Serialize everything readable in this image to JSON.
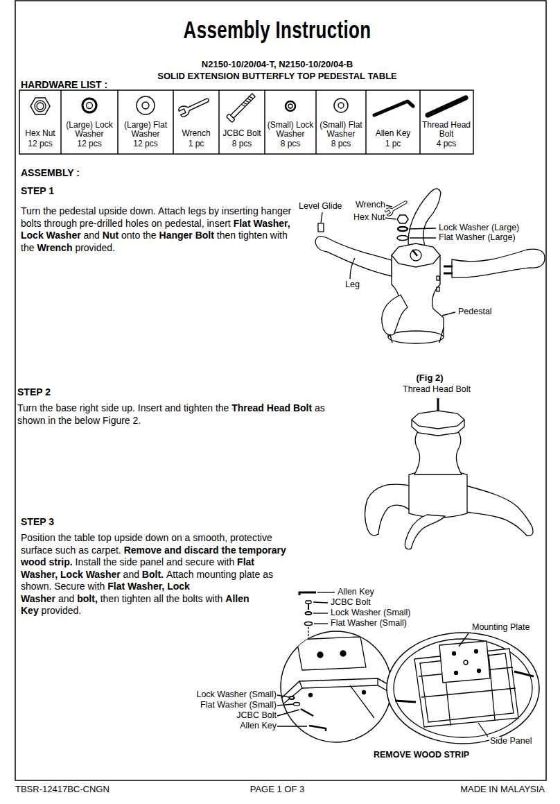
{
  "diagram": {
    "title": "Assembly Instruction",
    "labels": [
      "N2150-10/20/04-T, N2150-10/20/04-B",
      "SOLID EXTENSION BUTTERFLY TOP PEDESTAL TABLE",
      "HARDWARE LIST :",
      "Hex Nut",
      "12 pcs",
      "(Large) Lock Washer",
      "12 pcs",
      "(Large) Flat Washer",
      "12 pcs",
      "Wrench",
      "1 pc",
      "JCBC Bolt",
      "8 pcs",
      "(Small) Lock Washer",
      "8 pcs",
      "(Small) Flat Washer",
      "8 pcs",
      "Allen Key",
      "1 pc",
      "Thread Head Bolt",
      "4 pcs",
      "ASSEMBLY :",
      "STEP 1",
      "Turn the pedestal upside down. Attach legs by inserting hanger bolts through pre-drilled holes on pedestal, insert",
      "Flat Washer, Lock Washer",
      "and",
      "Nut",
      "onto the",
      "Hanger Bolt",
      "then tighten with the",
      "Wrench",
      "provided.",
      "Level Glide",
      "Wrench",
      "Hex Nut",
      "Lock Washer (Large)",
      "Flat Washer (Large)",
      "Leg",
      "Pedestal",
      "STEP 2",
      "Turn the base right side up. Insert and tighten the",
      "Thread Head Bolt",
      "as shown in the below Figure 2.",
      "(Fig 2)",
      "Thread Head Bolt",
      "STEP 3",
      "Position the table top upside down on a smooth, protective surface such as carpet.",
      "Remove and discard the temporary wood strip.",
      "Install the side panel and secure with",
      "Flat Washer, Lock Washer",
      "and",
      "Bolt.",
      "Attach mounting plate as shown. Secure with",
      "Flat Washer, Lock Washer",
      "and",
      "bolt,",
      "then tighten all the bolts with",
      "Allen Key",
      "provided.",
      "Allen Key",
      "JCBC Bolt",
      "Lock Washer (Small)",
      "Flat Washer (Small)",
      "Lock Washer (Small)",
      "Flat Washer (Small)",
      "JCBC Bolt",
      "Allen Key",
      "Mounting Plate",
      "Side Panel",
      "REMOVE WOOD STRIP",
      "TBSR-12417BC-CNGN",
      "PAGE 1 OF 3",
      "MADE IN MALAYSIA"
    ]
  }
}
